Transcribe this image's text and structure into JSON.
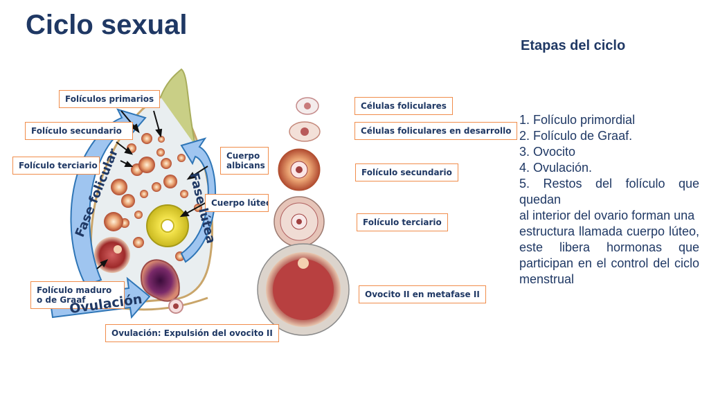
{
  "title": "Ciclo sexual",
  "subtitle": "Etapas del ciclo",
  "stages": [
    "1. Folículo primordial",
    "2. Folículo de Graaf.",
    "3. Ovocito",
    "4. Ovulación.",
    "5. Restos del folículo que quedan",
    "al interior del ovario forman una",
    "estructura llamada cuerpo lúteo, este libera hormonas que participan en el control del ciclo menstrual"
  ],
  "ovary_labels": {
    "primarios": "Folículos primarios",
    "secundario": "Folículo secundario",
    "terciario": "Folículo terciario",
    "cuerpo_albicans": "Cuerpo albicans",
    "cuerpo_luteo": "Cuerpo lúteo",
    "maduro": "Folículo maduro o de Graaf",
    "expulsion": "Ovulación: Expulsión del ovocito II"
  },
  "phase_labels": {
    "folicular": "Fase folicular",
    "lutea": "Fase lútea",
    "ovulacion": "Ovulación"
  },
  "stage_labels": {
    "celulas": "Células foliculares",
    "desarrollo": "Células foliculares en desarrollo",
    "secundario": "Folículo secundario",
    "terciario": "Folículo terciario",
    "ovocito": "Ovocito II en metafase II"
  },
  "colors": {
    "title": "#1f3864",
    "label_border": "#f08c4a",
    "arrow_fill": "#9fc5f0",
    "arrow_stroke": "#2e75b6"
  }
}
